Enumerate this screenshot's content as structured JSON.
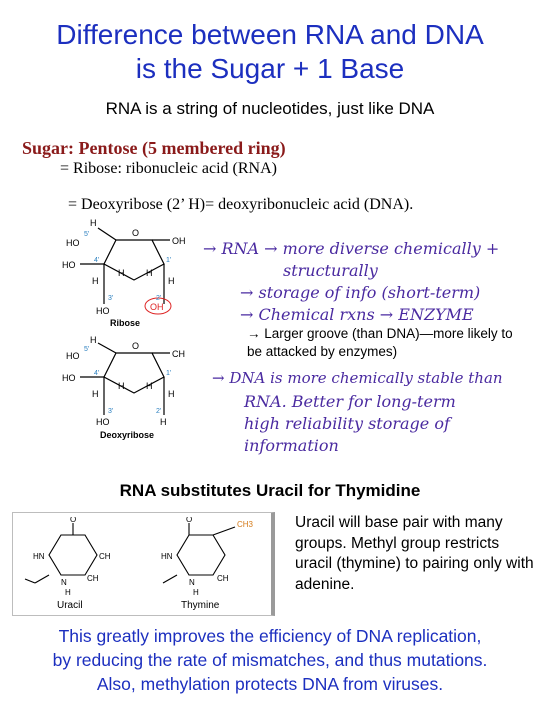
{
  "title": {
    "line1": "Difference between RNA and DNA",
    "line2": "is the Sugar + 1 Base"
  },
  "subtitle": "RNA is a string of nucleotides, just like DNA",
  "sugar_section": {
    "heading": "Sugar: Pentose (5 membered ring)",
    "ribose_line": "= Ribose: ribonucleic acid (RNA)",
    "deoxy_line": "= Deoxyribose (2’ H)= deoxyribonucleic acid (DNA)."
  },
  "structures": {
    "ribose_label": "Ribose",
    "deoxyribose_label": "Deoxyribose"
  },
  "groove_note": "→ Larger groove (than DNA)—more likely to be attacked by enzymes)",
  "handwriting": {
    "rna_note_1": "→ RNA → more diverse chemically +",
    "rna_note_2": "structurally",
    "rna_note_3": "→ storage of info (short-term)",
    "rna_note_4": "→ Chemical rxns → ENZYME",
    "dna_note_1": "→ DNA is more chemically stable than",
    "dna_note_2": "RNA. Better for long-term",
    "dna_note_3": "high reliability storage of",
    "dna_note_4": "information"
  },
  "base_section": {
    "heading": "RNA substitutes Uracil for Thymidine",
    "uracil_label": "Uracil",
    "thymine_label": "Thymine",
    "description": "Uracil will base pair with many groups. Methyl group restricts uracil (thymine) to pairing only with adenine."
  },
  "conclusion": {
    "line1": "This greatly improves the efficiency of DNA replication,",
    "line2": "by reducing the rate of mismatches, and thus mutations.",
    "line3": "Also, methylation protects DNA from viruses."
  },
  "colors": {
    "title": "#1c2fbf",
    "sugar_heading": "#8a1a1a",
    "handwriting": "#4a2aa0"
  }
}
